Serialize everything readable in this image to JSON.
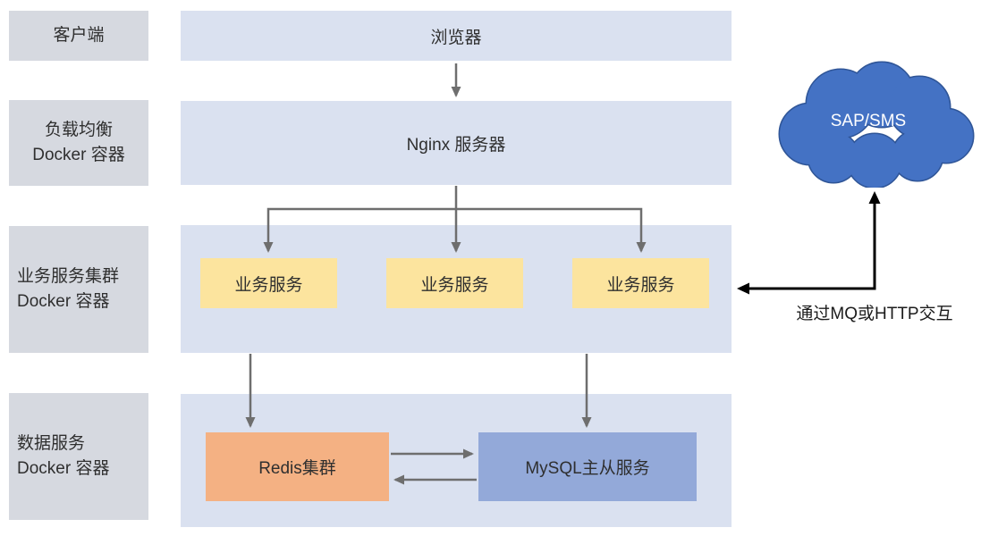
{
  "sidebar": {
    "items": [
      {
        "line1": "客户端",
        "line2": ""
      },
      {
        "line1": "负载均衡",
        "line2": "Docker 容器"
      },
      {
        "line1": "业务服务集群",
        "line2": "Docker 容器"
      },
      {
        "line1": "数据服务",
        "line2": "Docker 容器"
      }
    ]
  },
  "main": {
    "browser": "浏览器",
    "nginx": "Nginx 服务器",
    "business_services": [
      "业务服务",
      "业务服务",
      "业务服务"
    ],
    "redis": "Redis集群",
    "mysql": "MySQL主从服务"
  },
  "external": {
    "cloud": "SAP/SMS",
    "connector_label": "通过MQ或HTTP交互"
  },
  "colors": {
    "container_blue": "#dae1f0",
    "sidebar_gray": "#d6d9e0",
    "service_yellow": "#fce49e",
    "redis_orange": "#f4b183",
    "mysql_blue": "#93a9d9",
    "cloud_blue": "#4472c4",
    "cloud_border": "#2f5597",
    "arrow_gray": "#6e6e6e",
    "connector_black": "#000000",
    "text_dark": "#2f2f2f"
  }
}
